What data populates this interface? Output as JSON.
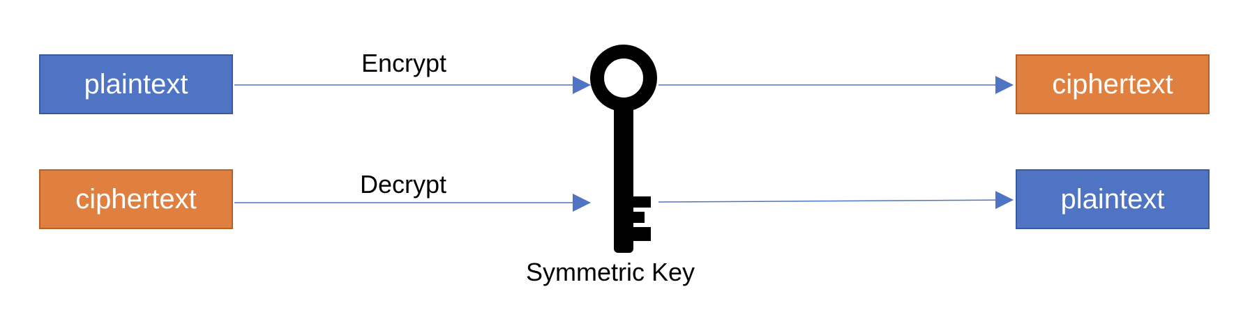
{
  "encrypt": {
    "label": "Encrypt",
    "input": "plaintext",
    "output": "ciphertext"
  },
  "decrypt": {
    "label": "Decrypt",
    "input": "ciphertext",
    "output": "plaintext"
  },
  "key": {
    "label": "Symmetric Key",
    "icon": "key-icon"
  },
  "colors": {
    "plaintext": "#4f74c3",
    "ciphertext": "#e08040",
    "arrow": "#4f74c3",
    "key": "#000000"
  }
}
